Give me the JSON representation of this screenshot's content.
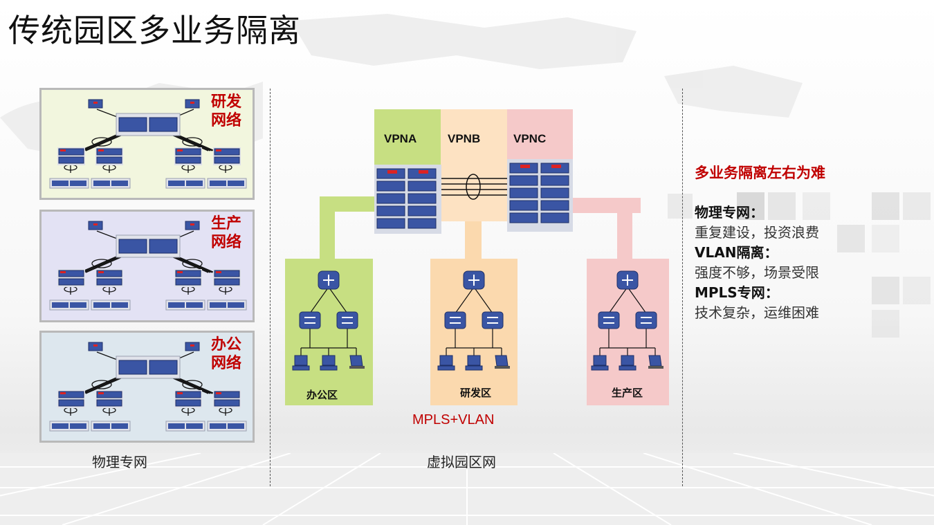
{
  "title": "传统园区多业务隔离",
  "physical": {
    "panels": [
      {
        "label_line1": "研发",
        "label_line2": "网络",
        "bg": "#f2f6de"
      },
      {
        "label_line1": "生产",
        "label_line2": "网络",
        "bg": "#e3e2f4"
      },
      {
        "label_line1": "办公",
        "label_line2": "网络",
        "bg": "#dde7ee"
      }
    ],
    "caption": "物理专网"
  },
  "virtual": {
    "vpns": [
      {
        "label": "VPNA",
        "color": "#c7df82"
      },
      {
        "label": "VPNB",
        "color": "#fde2c2"
      },
      {
        "label": "VPNC",
        "color": "#f5c9c9"
      }
    ],
    "zones": [
      {
        "label": "办公区",
        "color": "#c7df82"
      },
      {
        "label": "研发区",
        "color": "#fbd9ae"
      },
      {
        "label": "生产区",
        "color": "#f5c9c9"
      }
    ],
    "tech_label": "MPLS+VLAN",
    "caption": "虚拟园区网"
  },
  "side": {
    "heading": "多业务隔离左右为难",
    "items": [
      {
        "bold": "物理专网：",
        "text": "重复建设，投资浪费"
      },
      {
        "bold": "VLAN隔离：",
        "text": "强度不够，场景受限"
      },
      {
        "bold": "MPLS专网：",
        "text": "技术复杂，运维困难"
      }
    ]
  }
}
